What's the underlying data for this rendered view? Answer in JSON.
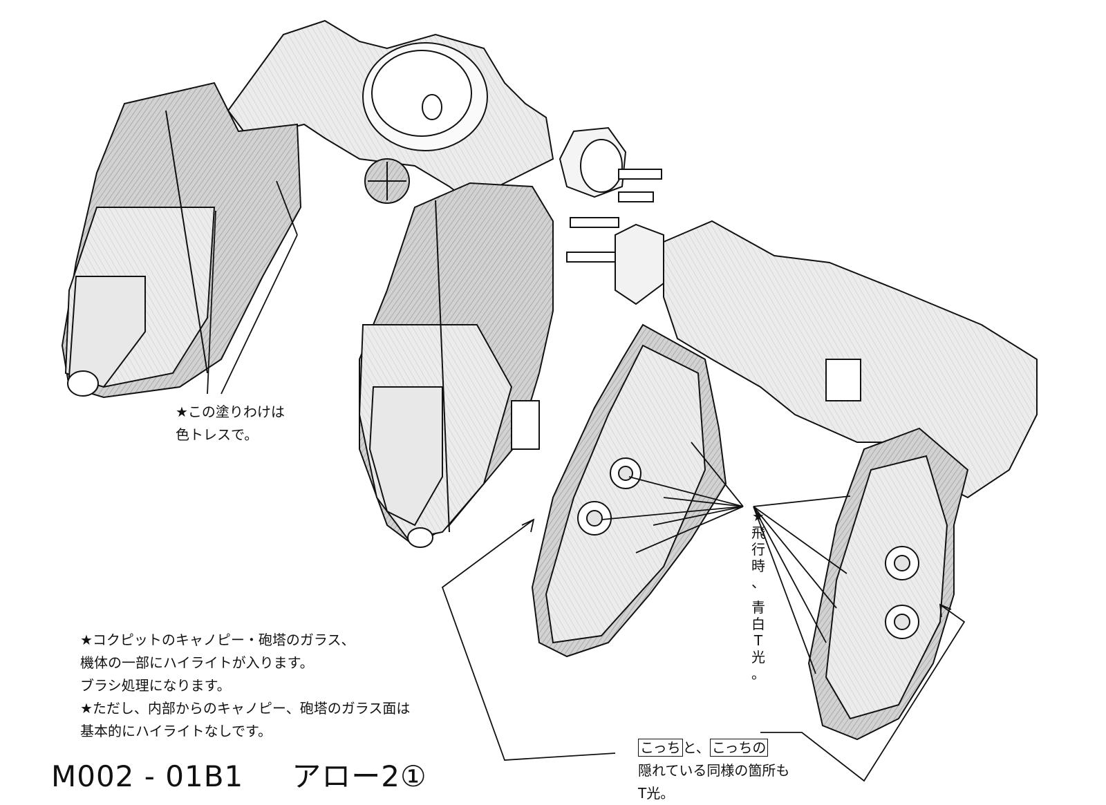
{
  "notes": {
    "paint_split": [
      "★この塗りわけは",
      "色トレスで。"
    ],
    "highlight": [
      "★コクピットのキャノピー・砲塔のガラス、",
      "機体の一部にハイライトが入ります。",
      "ブラシ処理になります。",
      "★ただし、内部からのキャノピー、砲塔のガラス面は",
      "基本的にハイライトなしです。"
    ],
    "glow_vertical": [
      "★",
      "飛",
      "行",
      "時",
      "、",
      "青",
      "白",
      "T",
      "光",
      "。"
    ],
    "hidden": {
      "box_a": "こっち",
      "mid": "と、",
      "box_b": "こっちの",
      "line2": "隠れている同様の箇所も",
      "line3": "T光。"
    }
  },
  "sheet": {
    "code": "M002 - 01B1",
    "name": "アロー2①"
  },
  "colors": {
    "ink": "#111111",
    "shade": "#bdbdbd",
    "paper": "#ffffff"
  }
}
